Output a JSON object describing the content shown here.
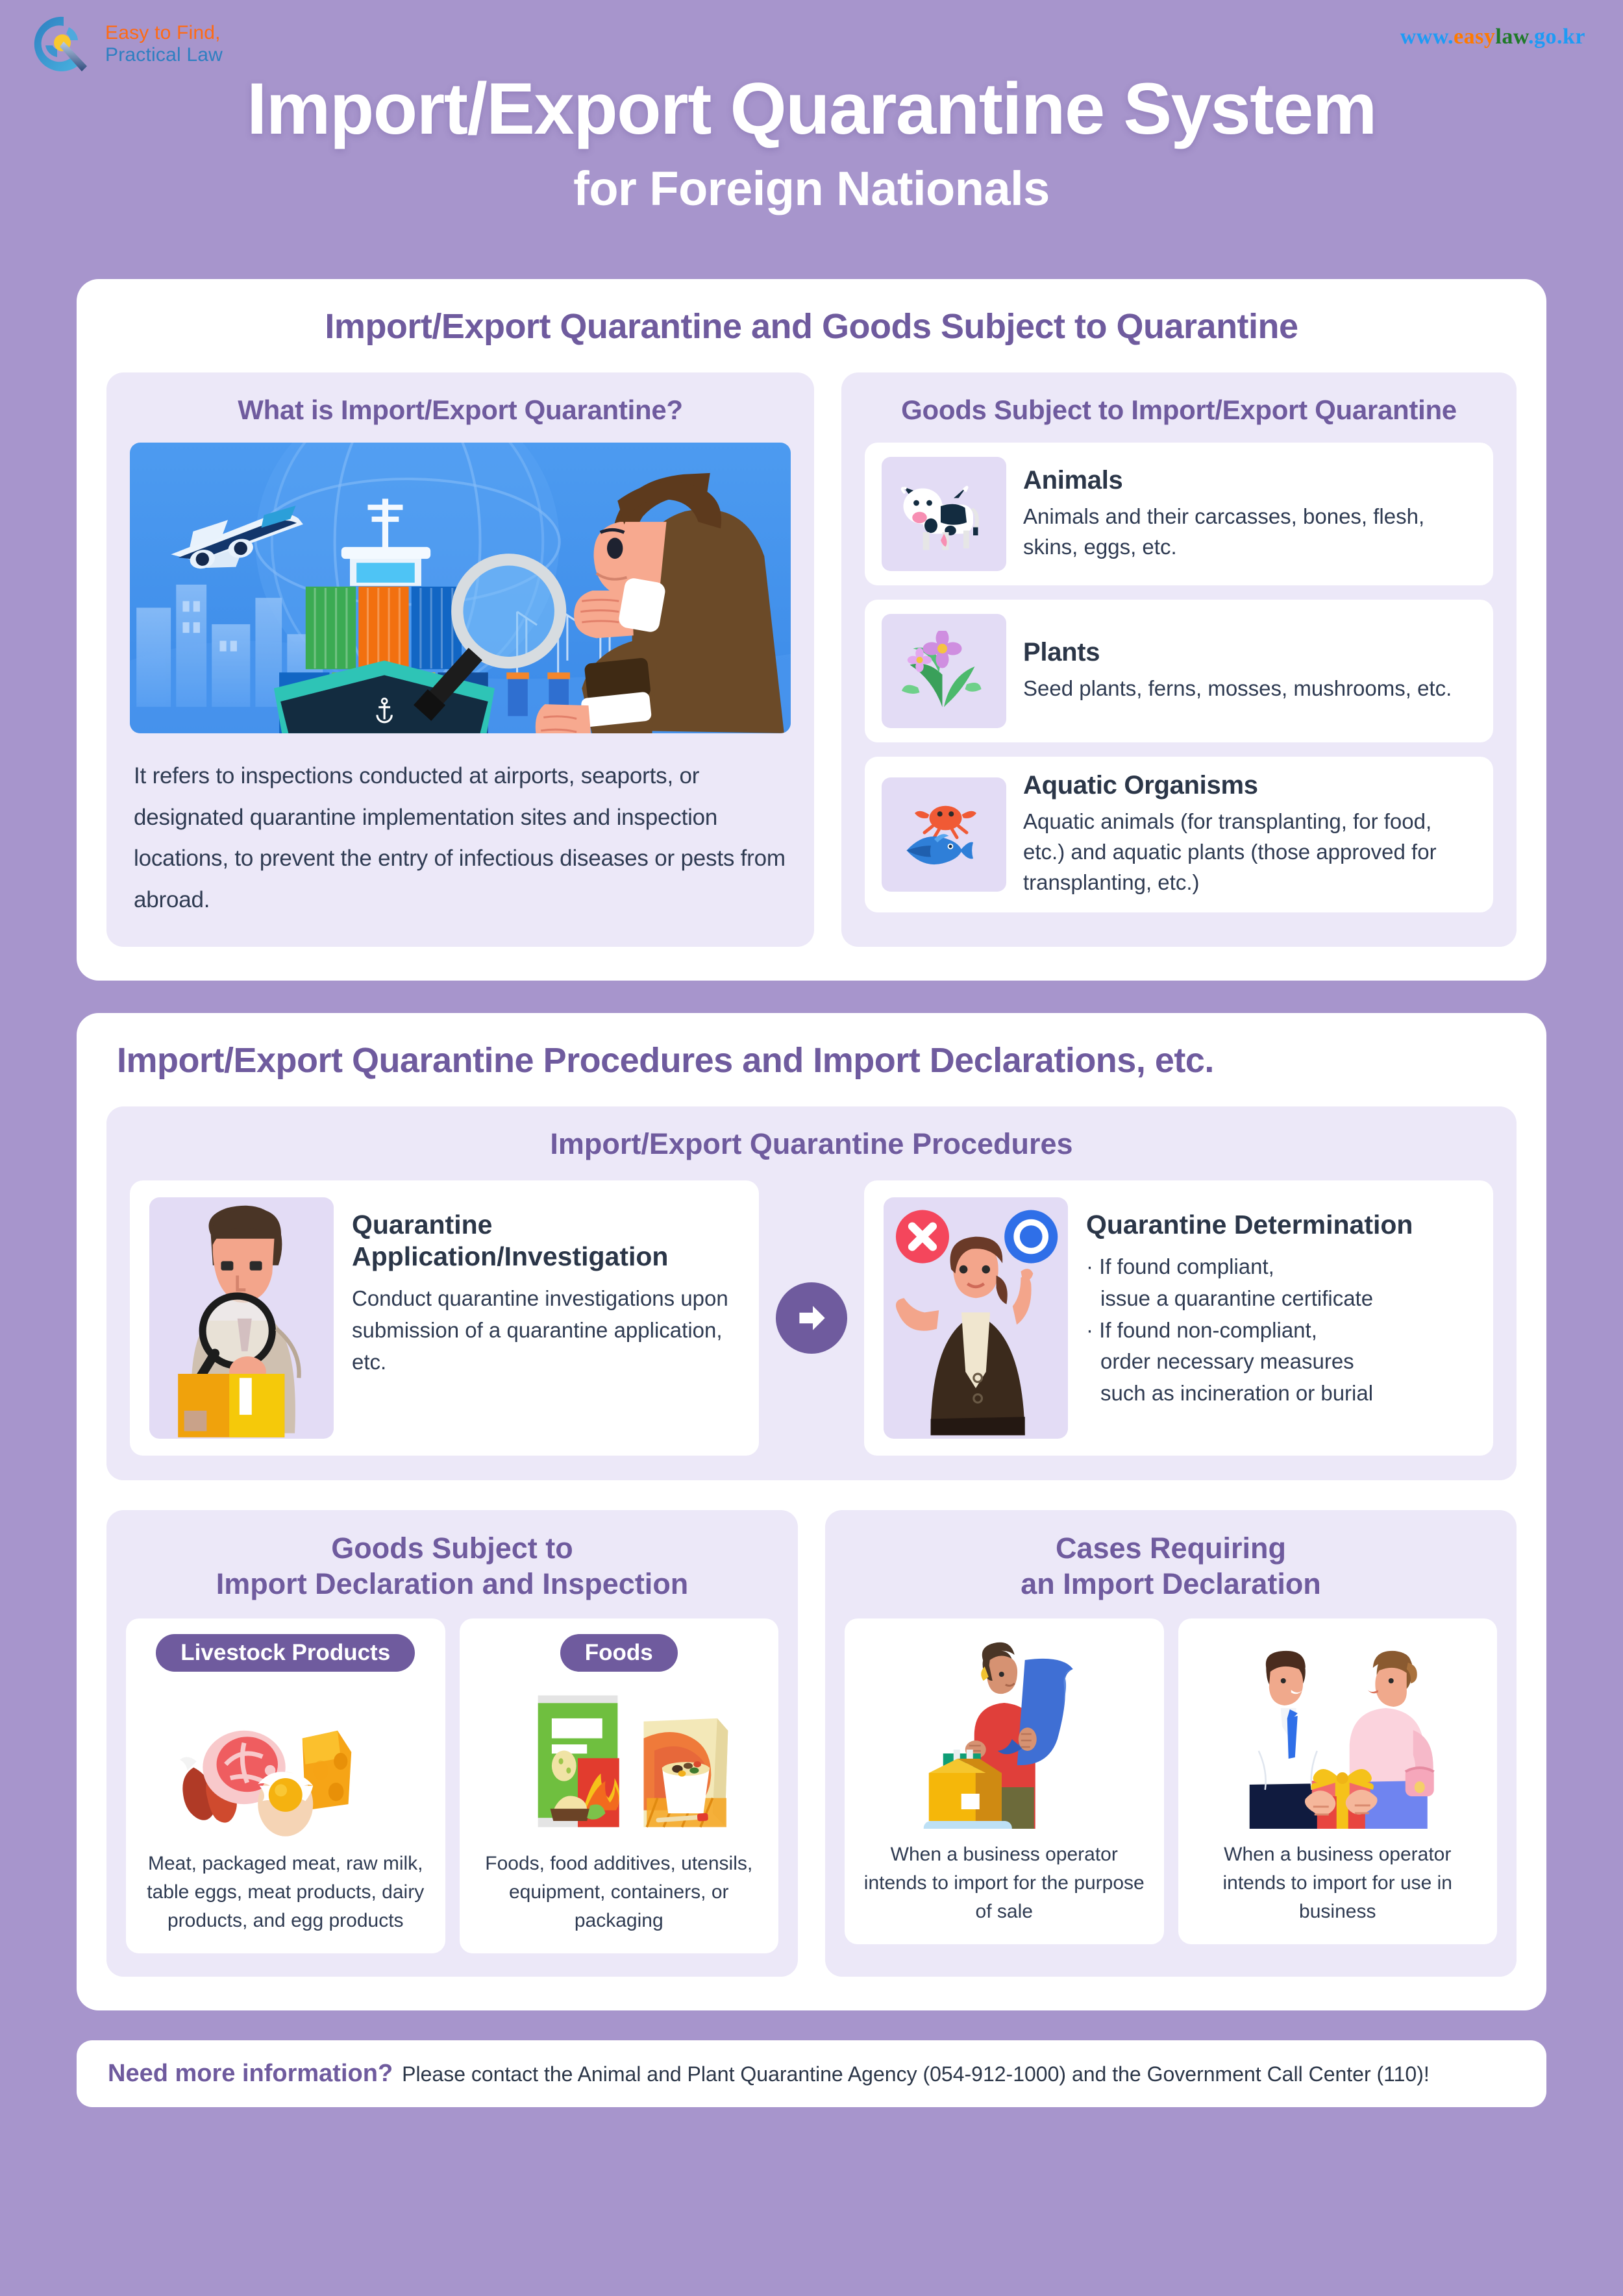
{
  "brand": {
    "line1": "Easy to Find,",
    "line2": "Practical Law",
    "url_parts": {
      "p1": "www.",
      "p2": "easy",
      "p3": "law",
      "p4": ".go.kr"
    }
  },
  "header": {
    "title": "Import/Export Quarantine System",
    "subtitle": "for Foreign Nationals"
  },
  "section1": {
    "title": "Import/Export Quarantine and Goods Subject to Quarantine",
    "left": {
      "head": "What is Import/Export Quarantine?",
      "description": "It refers to inspections conducted at airports, seaports, or designated quarantine implementation sites and inspection locations, to prevent the entry of infectious diseases or pests from abroad."
    },
    "right": {
      "head": "Goods Subject to Import/Export Quarantine",
      "items": [
        {
          "name": "Animals",
          "desc": "Animals and their carcasses, bones, flesh, skins, eggs, etc.",
          "icon": "cow-icon"
        },
        {
          "name": "Plants",
          "desc": "Seed plants, ferns, mosses, mushrooms, etc.",
          "icon": "plant-icon"
        },
        {
          "name": "Aquatic Organisms",
          "desc": "Aquatic animals (for transplanting, for food, etc.) and aquatic plants (those approved for transplanting, etc.)",
          "icon": "fish-crab-icon"
        }
      ]
    }
  },
  "section2": {
    "title": "Import/Export Quarantine Procedures and Import Declarations, etc.",
    "procedures": {
      "head": "Import/Export Quarantine Procedures",
      "step1": {
        "title": "Quarantine Application/Investigation",
        "text": "Conduct quarantine investigations upon submission of a quarantine application, etc."
      },
      "arrow": "arrow-right-icon",
      "step2": {
        "title": "Quarantine Determination",
        "bullet1_line1": "· If found compliant,",
        "bullet1_line2": "issue a quarantine certificate",
        "bullet2_line1": "· If found non-compliant,",
        "bullet2_line2": "order necessary measures",
        "bullet2_line3": "such as incineration or burial"
      }
    },
    "goods_declaration": {
      "head_line1": "Goods Subject to",
      "head_line2": "Import Declaration and Inspection",
      "cards": [
        {
          "pill": "Livestock Products",
          "caption": "Meat, packaged meat, raw milk, table eggs, meat products, dairy products, and egg products"
        },
        {
          "pill": "Foods",
          "caption": "Foods, food additives, utensils, equipment, containers, or packaging"
        }
      ]
    },
    "cases": {
      "head_line1": "Cases Requiring",
      "head_line2": "an Import Declaration",
      "cards": [
        {
          "caption": "When a business operator intends to import for the purpose of sale"
        },
        {
          "caption": "When a business operator intends to import for use in business"
        }
      ]
    }
  },
  "footer": {
    "strong": "Need more information?",
    "text": "Please contact the Animal and Plant Quarantine Agency (054-912-1000) and the Government Call Center (110)!"
  },
  "colors": {
    "background": "#a795cc",
    "accent": "#6f5b9e",
    "card_lilac": "#ece8f8",
    "text_dark": "#2b3648"
  }
}
